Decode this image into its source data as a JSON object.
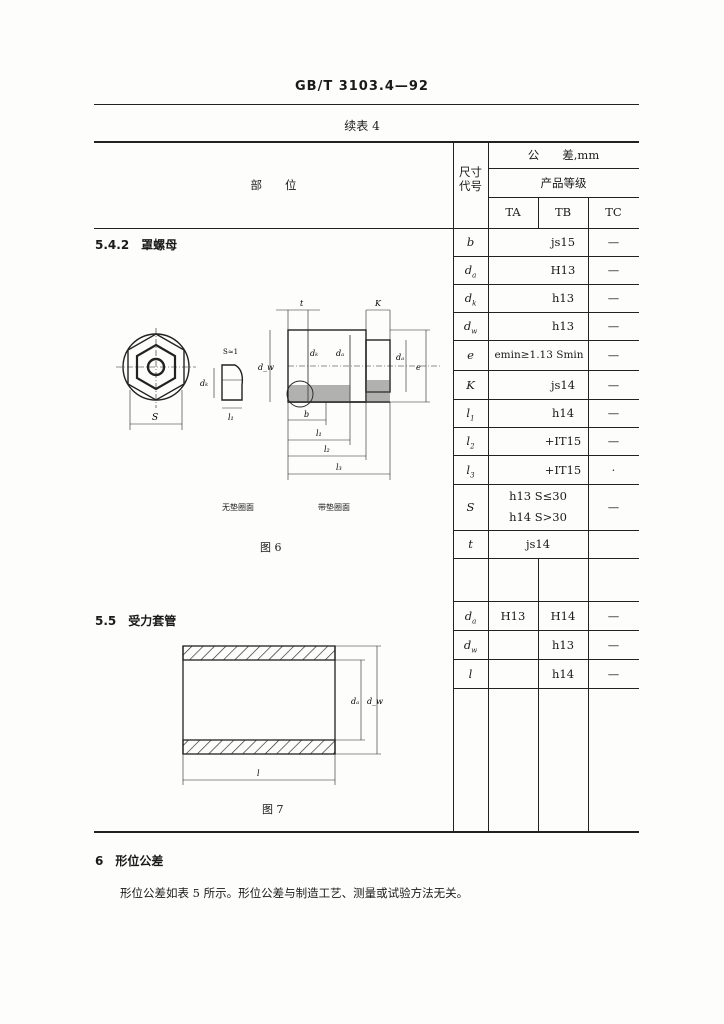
{
  "header": {
    "standard_code": "GB/T 3103.4—92"
  },
  "table": {
    "continued_title": "续表 4",
    "col_part": "部　　位",
    "col_symbol": "尺寸\n代号",
    "col_tolerance": "公　　差,mm",
    "col_grade": "产品等级",
    "grades": [
      "TA",
      "TB",
      "TC"
    ],
    "section_cap_nut": "5.4.2　罩螺母",
    "section_sleeve": "5.5　受力套管",
    "figure6_caption": "图 6",
    "figure7_caption": "图 7",
    "fig6_label_left": "无垫圈面",
    "fig6_label_right": "带垫圈面",
    "rows_nut": [
      {
        "symbol": "b",
        "sub": "",
        "value": "js15",
        "tc": "—"
      },
      {
        "symbol": "d",
        "sub": "a",
        "value": "H13",
        "tc": "—"
      },
      {
        "symbol": "d",
        "sub": "k",
        "value": "h13",
        "tc": "—"
      },
      {
        "symbol": "d",
        "sub": "w",
        "value": "h13",
        "tc": "—"
      },
      {
        "symbol": "e",
        "sub": "",
        "value": "emin≥1.13 Smin",
        "tc": "—"
      },
      {
        "symbol": "K",
        "sub": "",
        "value": "js14",
        "tc": "—"
      },
      {
        "symbol": "l",
        "sub": "1",
        "value": "h14",
        "tc": "—"
      },
      {
        "symbol": "l",
        "sub": "2",
        "value": "+IT15",
        "tc": "—"
      },
      {
        "symbol": "l",
        "sub": "3",
        "value": "+IT15",
        "tc": "·"
      },
      {
        "symbol": "S",
        "sub": "",
        "value": "h13 S≤30",
        "value2": "h14 S>30",
        "tc": "—"
      },
      {
        "symbol": "t",
        "sub": "",
        "value": "js14",
        "tc": ""
      }
    ],
    "rows_sleeve": [
      {
        "symbol": "d",
        "sub": "a",
        "ta": "H13",
        "tb": "H14",
        "tc": "—"
      },
      {
        "symbol": "d",
        "sub": "w",
        "value": "h13",
        "tc": "—"
      },
      {
        "symbol": "l",
        "sub": "",
        "value": "h14",
        "tc": "—"
      }
    ]
  },
  "section6": {
    "heading": "6　形位公差",
    "text": "形位公差如表 5 所示。形位公差与制造工艺、测量或试验方法无关。"
  },
  "drawing_labels": {
    "s": "S",
    "s1": "S≈1",
    "t": "t",
    "k": "K",
    "b": "b",
    "l1": "l₁",
    "l2": "l₂",
    "l3": "l₃",
    "dk": "dₖ",
    "dw": "d_w",
    "da": "dₐ",
    "e": "e",
    "l": "l"
  }
}
